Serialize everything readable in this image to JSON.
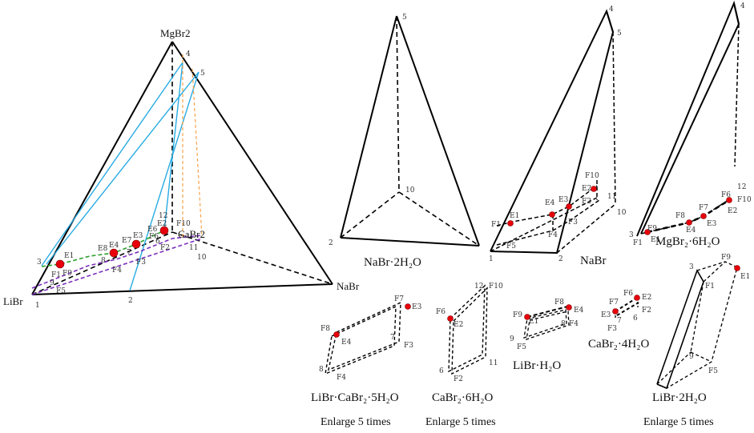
{
  "colors": {
    "solid": "#000000",
    "dashed": "#000000",
    "green": "#2ca02c",
    "purple": "#7b2fbe",
    "cyan": "#29abe2",
    "orange": "#f7a24a",
    "point": "#e8000b"
  },
  "main": {
    "vertices": {
      "top": "MgBr2",
      "left": "LiBr",
      "right": "NaBr",
      "back": "CaBr2"
    },
    "labels": [
      "1",
      "2",
      "3",
      "4",
      "5",
      "6",
      "7",
      "8",
      "9",
      "10",
      "11",
      "12",
      "E1",
      "E2",
      "E3",
      "E4",
      "E6",
      "E7",
      "E8",
      "F1",
      "F2",
      "F3",
      "F4",
      "F5",
      "F6",
      "F9",
      "F10"
    ]
  },
  "panels": {
    "nabr2h2o": {
      "caption": "NaBr·2H₂O",
      "labels": [
        "5",
        "10",
        "2"
      ]
    },
    "nabr": {
      "caption": "NaBr",
      "labels": [
        "4",
        "5",
        "11",
        "10",
        "1",
        "2",
        "E1",
        "E2",
        "E3",
        "E4",
        "F1",
        "F2",
        "F3",
        "F4",
        "F5",
        "F10"
      ]
    },
    "mgbr2": {
      "caption": "MgBr₂·6H₂O",
      "labels": [
        "3",
        "4",
        "12",
        "F1",
        "E1",
        "F9",
        "F8",
        "E4",
        "F7",
        "E3",
        "F6",
        "F10",
        "E2"
      ]
    },
    "libr_cabr2": {
      "caption": "LiBr·CaBr₂·5H₂O",
      "labels": [
        "F8",
        "E4",
        "F7",
        "E3",
        "7",
        "F3",
        "8",
        "F4"
      ],
      "enlarge": "Enlarge 5 times"
    },
    "cabr2_6h2o": {
      "caption": "CaBr₂·6H₂O",
      "labels": [
        "F6",
        "E2",
        "12",
        "F10",
        "6",
        "F2",
        "11"
      ],
      "enlarge": "Enlarge 5 times"
    },
    "libr_h2o": {
      "caption": "LiBr·H₂O",
      "labels": [
        "F9",
        "E1",
        "F8",
        "E4",
        "8",
        "F4",
        "9",
        "F5"
      ]
    },
    "cabr2_4h2o": {
      "caption": "CaBr₂·4H₂O",
      "labels": [
        "F6",
        "E2",
        "F7",
        "F2",
        "E3",
        "7",
        "6",
        "F3"
      ]
    },
    "libr_2h2o": {
      "caption": "LiBr·2H₂O",
      "labels": [
        "3",
        "F9",
        "E1",
        "F1",
        "9",
        "F5"
      ],
      "enlarge": "Enlarge 5 times"
    }
  }
}
